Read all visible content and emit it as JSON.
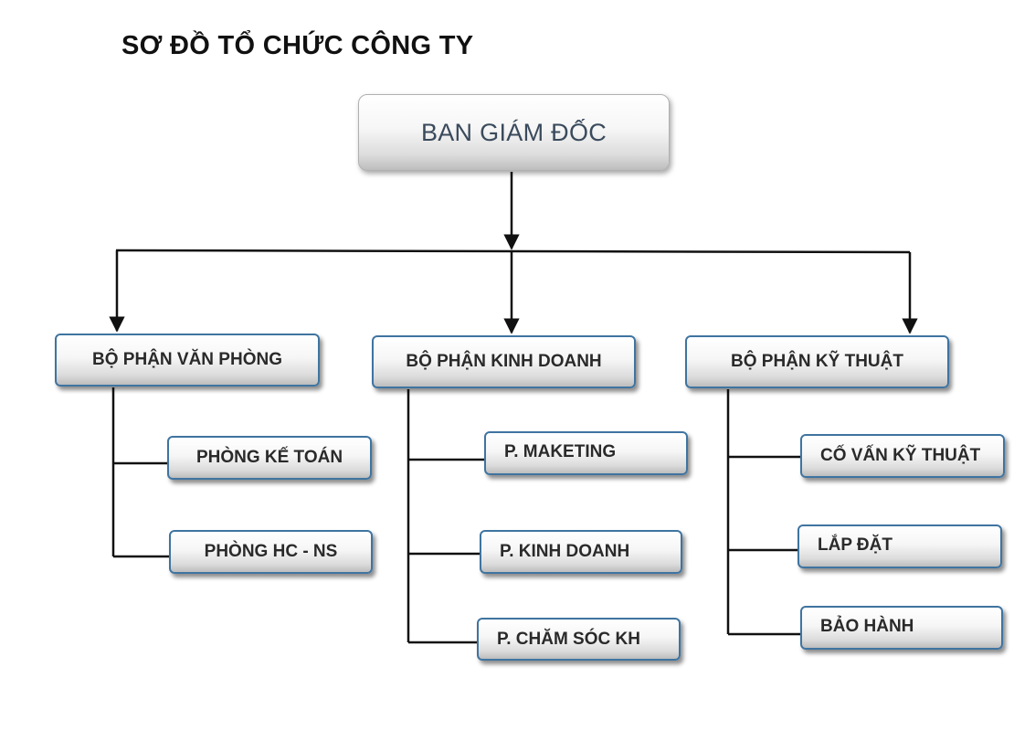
{
  "title": "SƠ ĐỒ TỔ CHỨC CÔNG TY",
  "root": "BAN GIÁM ĐỐC",
  "departments": [
    {
      "label": "BỘ PHẬN VĂN PHÒNG",
      "units": [
        "PHÒNG KẾ TOÁN",
        "PHÒNG HC - NS"
      ]
    },
    {
      "label": "BỘ PHẬN KINH DOANH",
      "units": [
        "P. MAKETING",
        "P. KINH DOANH",
        "P. CHĂM SÓC KH"
      ]
    },
    {
      "label": "BỘ PHẬN KỸ THUẬT",
      "units": [
        "CỐ VẤN KỸ THUẬT",
        "LẮP ĐẶT",
        "BẢO HÀNH"
      ]
    }
  ]
}
